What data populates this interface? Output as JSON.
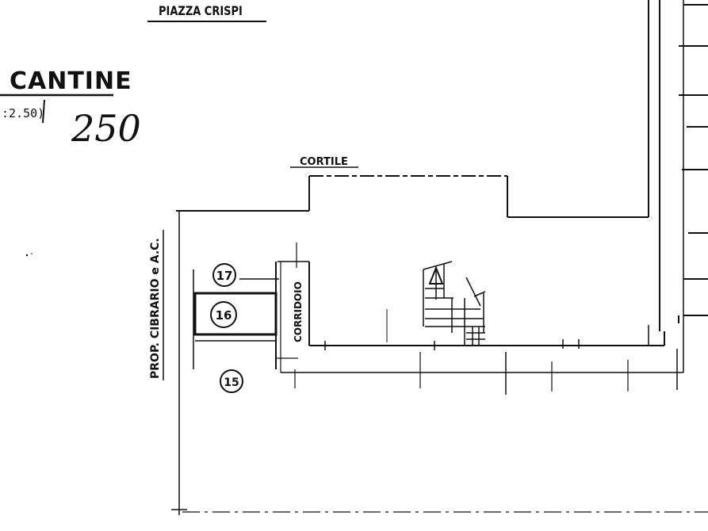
{
  "drawing": {
    "street_label": "PIAZZA CRISPI",
    "title": "CANTINE",
    "scale_text": ":2.50)",
    "handwritten_number": "250",
    "courtyard_label": "CORTILE",
    "side_label": "PROP. CIBRARIO e A.C.",
    "corridor_label": "CORRIDOIO",
    "rooms": [
      "17",
      "16",
      "15"
    ]
  }
}
